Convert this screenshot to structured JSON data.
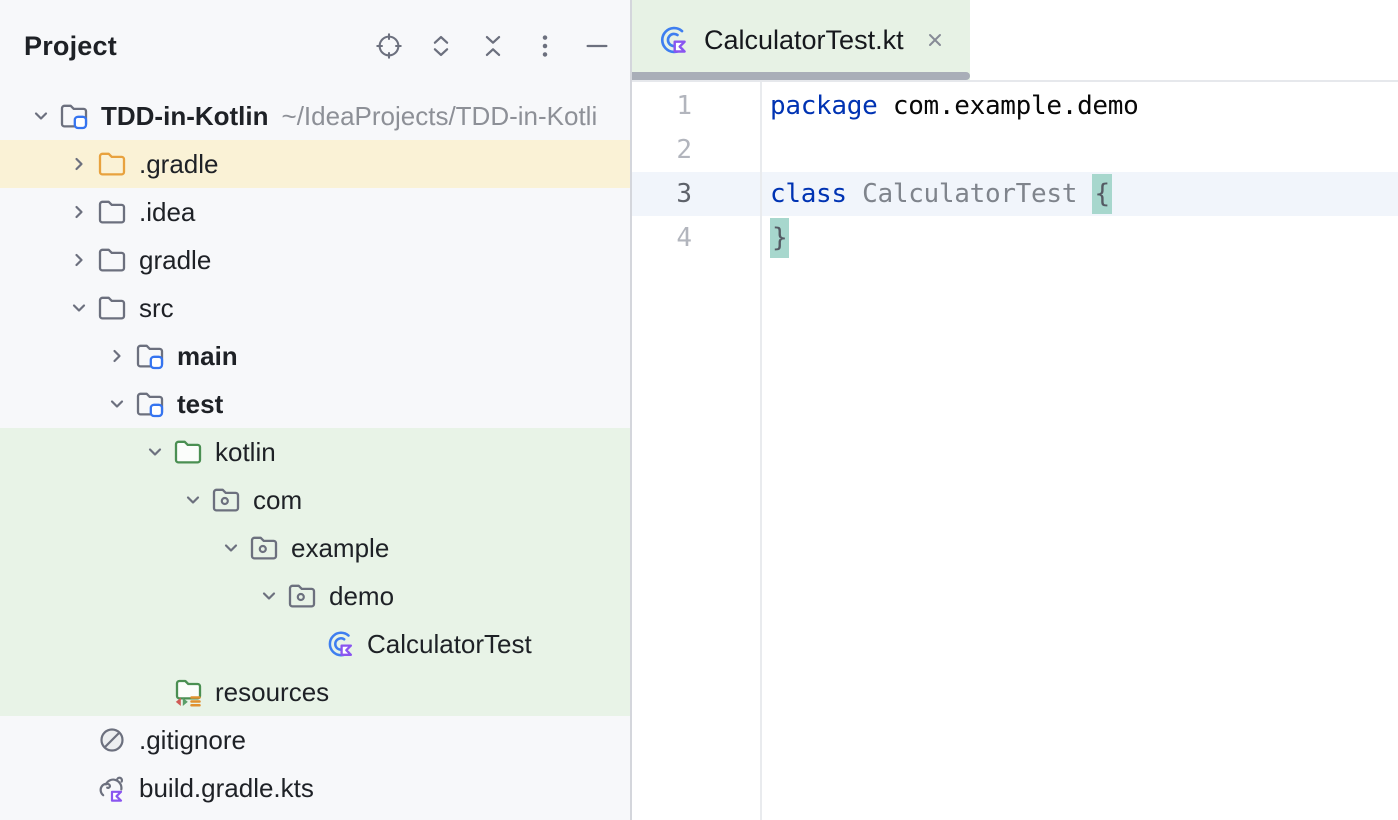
{
  "colors": {
    "panel_bg": "#f7f8fa",
    "editor_bg": "#ffffff",
    "panel_border": "#d4d6dc",
    "tabbar_border": "#e6e8ec",
    "gutter_separator": "#e9ebee",
    "selection_blue": "#d6dcf8",
    "vcs_added_green": "#e8f3e7",
    "tab_green": "#e7f2e5",
    "excluded_cream": "#faf2d6",
    "current_line": "#f1f5fb",
    "keyword_blue": "#0033b3",
    "brace_match_teal": "#a7d7cd",
    "kotlin_purple": "#8a55f0",
    "icon_blue": "#3e7ef0",
    "badge_blue": "#3574f0",
    "folder_green": "#4a8f52",
    "folder_orange": "#e8a23e",
    "icon_gray": "#6c707e",
    "tab_underline_gray": "#a9aeb8",
    "text_primary": "#1e2126",
    "text_muted": "#8d9097",
    "gutter_number": "#b2b5bd",
    "gutter_number_active": "#5e626a",
    "unused_symbol_gray": "#7f848c",
    "code_text": "#080808",
    "res_orange": "#e0912f",
    "res_red": "#cf5b56",
    "res_green": "#5a9e69"
  },
  "project_panel": {
    "title": "Project",
    "toolbar_icons": [
      "locate",
      "expand-all",
      "collapse-all",
      "more-options",
      "hide"
    ],
    "tree": [
      {
        "label": "TDD-in-Kotlin",
        "path": "~/IdeaProjects/TDD-in-Kotli",
        "level": 0,
        "chevron": "down",
        "icon": "module-folder",
        "bold": true,
        "bg": "none",
        "selected": false
      },
      {
        "label": ".gradle",
        "level": 1,
        "chevron": "right",
        "icon": "folder-orange",
        "bold": false,
        "bg": "cream",
        "selected": false
      },
      {
        "label": ".idea",
        "level": 1,
        "chevron": "right",
        "icon": "folder",
        "bold": false,
        "bg": "none",
        "selected": false
      },
      {
        "label": "gradle",
        "level": 1,
        "chevron": "right",
        "icon": "folder",
        "bold": false,
        "bg": "none",
        "selected": false
      },
      {
        "label": "src",
        "level": 1,
        "chevron": "down",
        "icon": "folder",
        "bold": false,
        "bg": "none",
        "selected": false
      },
      {
        "label": "main",
        "level": 2,
        "chevron": "right",
        "icon": "module-folder",
        "bold": true,
        "bg": "none",
        "selected": false
      },
      {
        "label": "test",
        "level": 2,
        "chevron": "down",
        "icon": "module-folder",
        "bold": true,
        "bg": "none",
        "selected": false
      },
      {
        "label": "kotlin",
        "level": 3,
        "chevron": "down",
        "icon": "folder-green",
        "bold": false,
        "bg": "green",
        "selected": false
      },
      {
        "label": "com",
        "level": 4,
        "chevron": "down",
        "icon": "package",
        "bold": false,
        "bg": "green",
        "selected": false
      },
      {
        "label": "example",
        "level": 5,
        "chevron": "down",
        "icon": "package",
        "bold": false,
        "bg": "green",
        "selected": false
      },
      {
        "label": "demo",
        "level": 6,
        "chevron": "down",
        "icon": "package",
        "bold": false,
        "bg": "green",
        "selected": false
      },
      {
        "label": "CalculatorTest",
        "level": 7,
        "chevron": null,
        "icon": "kotlin-test-class",
        "bold": false,
        "bg": "green",
        "selected": true
      },
      {
        "label": "resources",
        "level": 3,
        "chevron": null,
        "icon": "test-resources",
        "bold": false,
        "bg": "green",
        "selected": false
      },
      {
        "label": ".gitignore",
        "level": 1,
        "chevron": null,
        "icon": "ignored-file",
        "bold": false,
        "bg": "none",
        "selected": false
      },
      {
        "label": "build.gradle.kts",
        "level": 1,
        "chevron": null,
        "icon": "gradle-kotlin-script",
        "bold": false,
        "bg": "none",
        "selected": false
      }
    ]
  },
  "editor": {
    "tab": {
      "label": "CalculatorTest.kt",
      "icon": "kotlin-test-class"
    },
    "active_line": 3,
    "lines": [
      {
        "num": "1",
        "tokens": [
          {
            "text": "package",
            "type": "keyword"
          },
          {
            "text": " com.example.demo",
            "type": "plain"
          }
        ]
      },
      {
        "num": "2",
        "tokens": []
      },
      {
        "num": "3",
        "tokens": [
          {
            "text": "class",
            "type": "keyword"
          },
          {
            "text": " ",
            "type": "plain"
          },
          {
            "text": "CalculatorTest",
            "type": "unused"
          },
          {
            "text": " ",
            "type": "plain"
          },
          {
            "text": "{",
            "type": "brace-highlight"
          }
        ]
      },
      {
        "num": "4",
        "tokens": [
          {
            "text": "}",
            "type": "brace-highlight"
          }
        ]
      }
    ]
  }
}
